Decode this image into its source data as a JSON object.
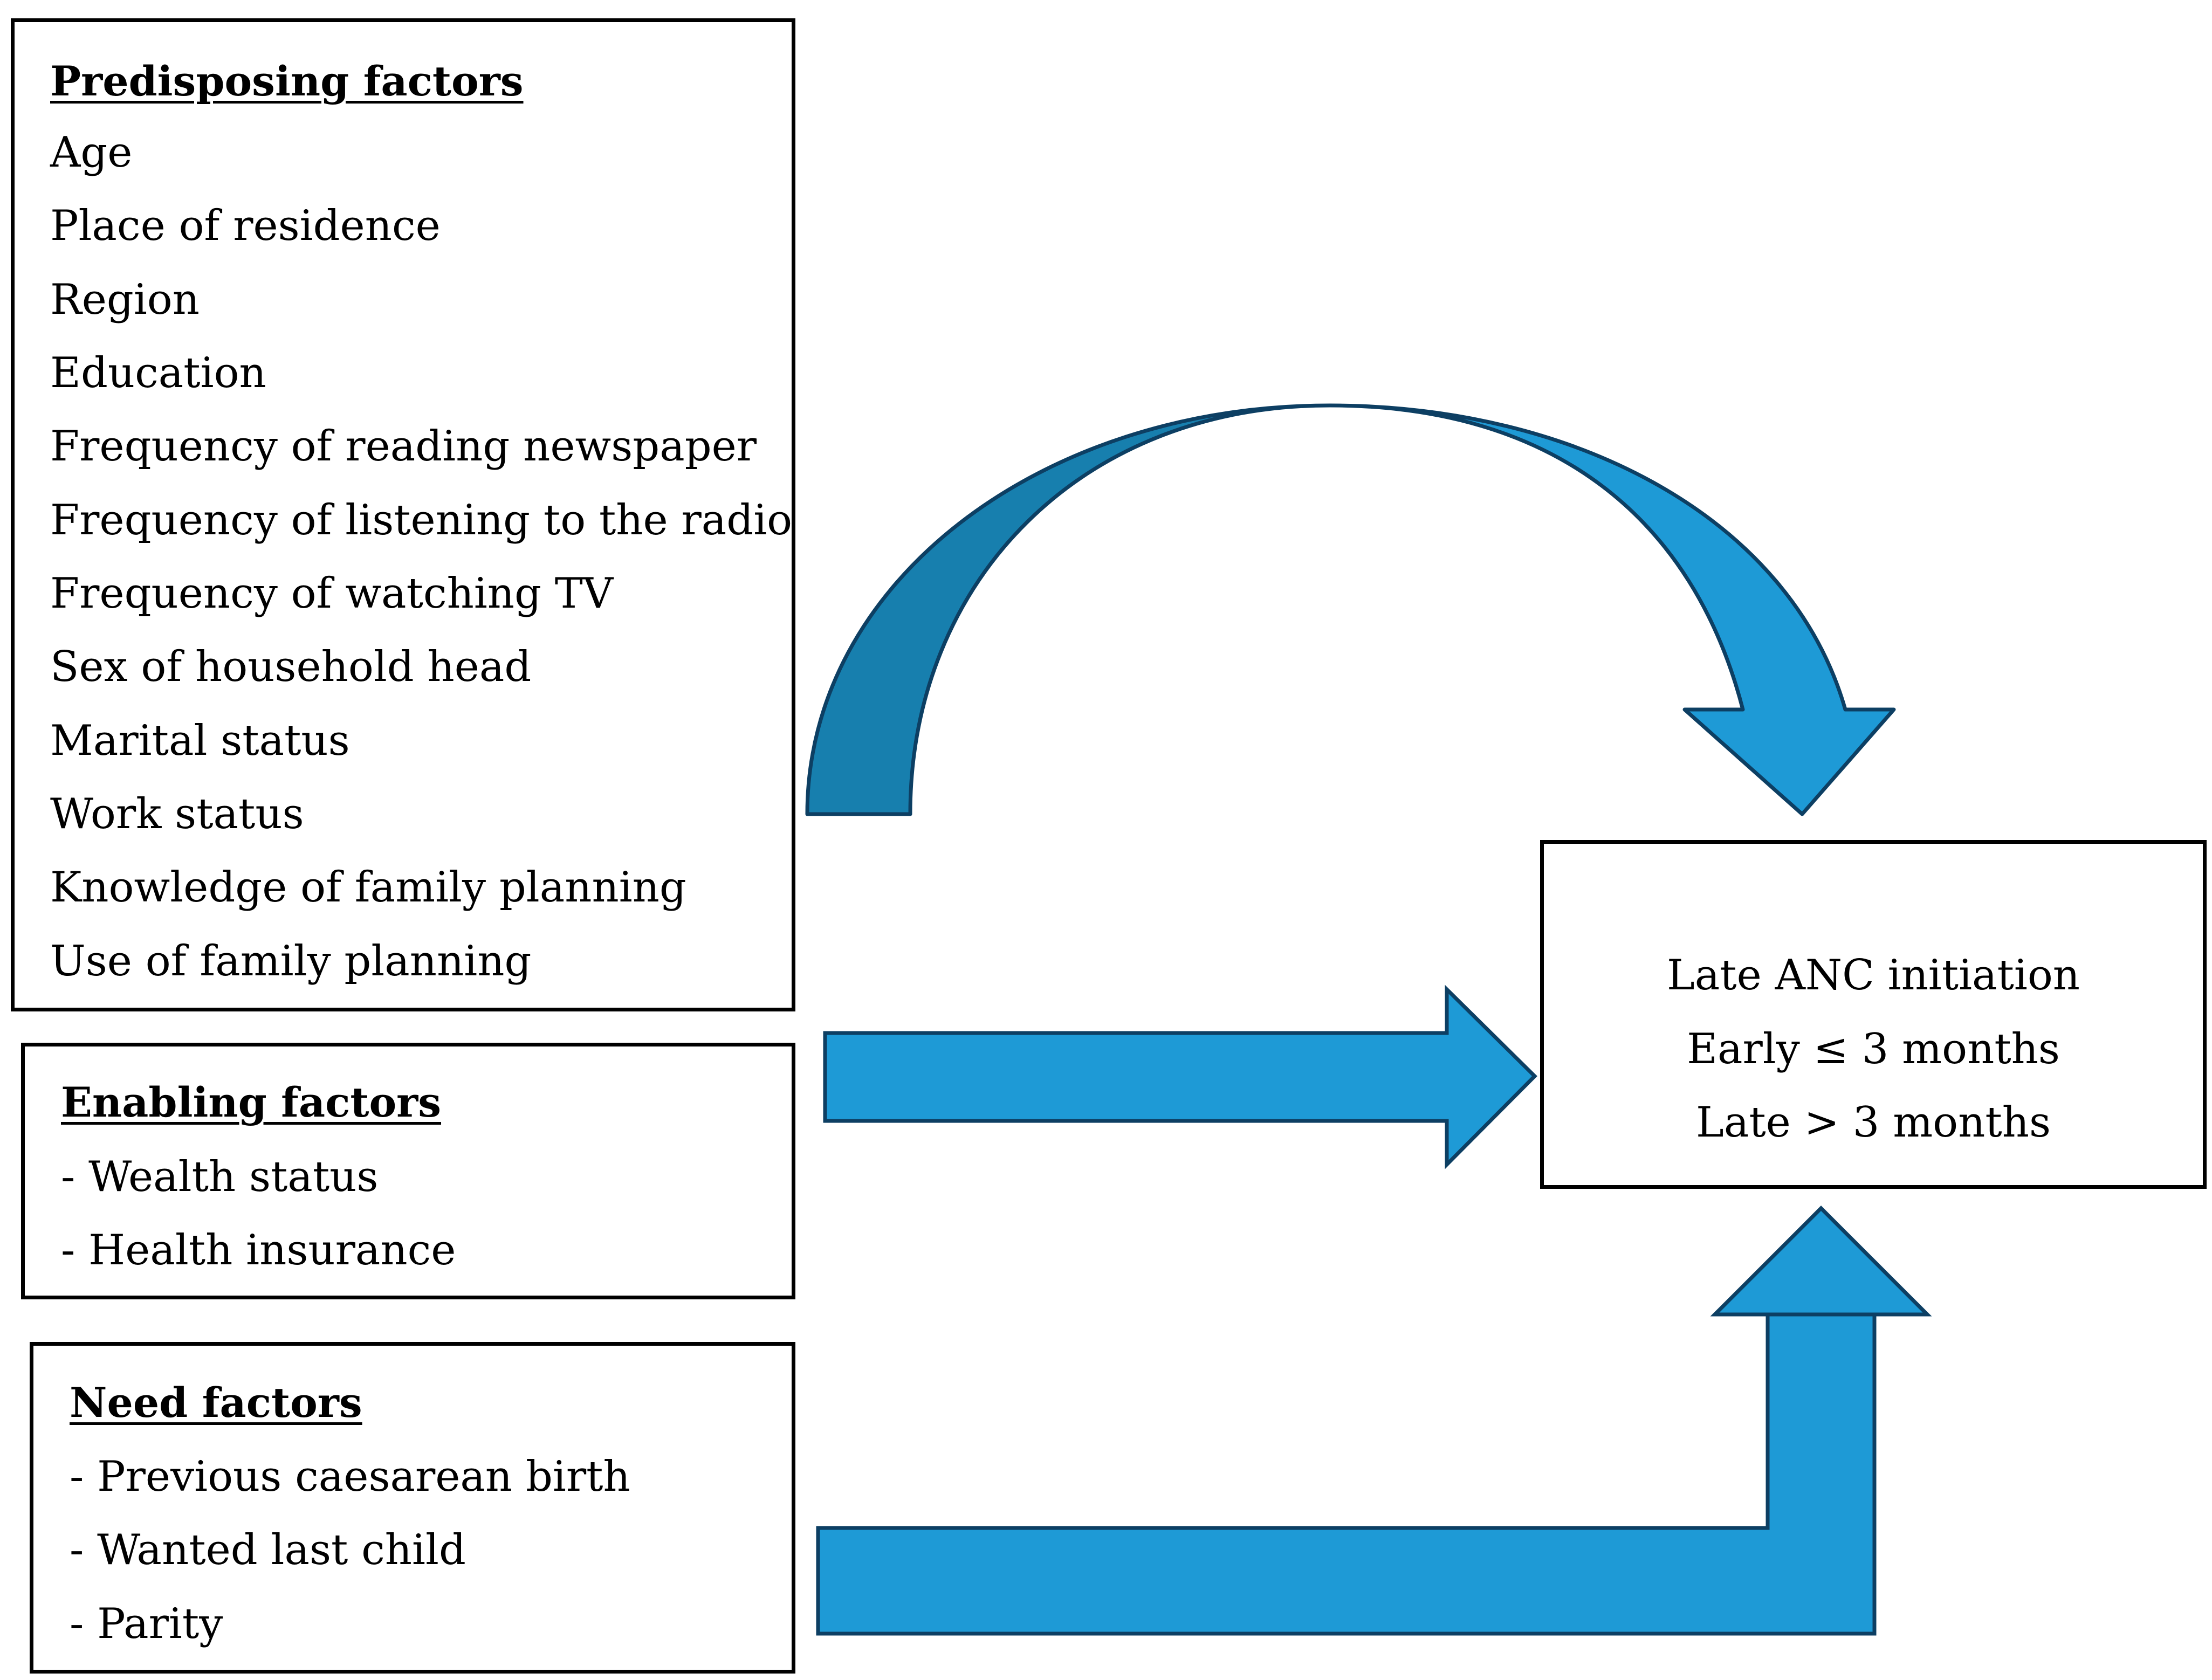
{
  "predisposing": {
    "title": "Predisposing factors",
    "items": [
      "Age",
      "Place of residence",
      "Region",
      "Education",
      "Frequency of reading newspaper",
      "Frequency of listening to the radio",
      "Frequency of watching TV",
      "Sex of household head",
      "Marital status",
      "Work status",
      "Knowledge of family planning",
      "Use of family planning"
    ]
  },
  "enabling": {
    "title": "Enabling factors",
    "items": [
      "- Wealth status",
      "- Health insurance"
    ]
  },
  "need": {
    "title": "Need factors",
    "items": [
      "- Previous caesarean birth",
      "- Wanted last child",
      "- Parity"
    ]
  },
  "outcome": {
    "lines": [
      "Late ANC initiation",
      "Early ≤ 3 months",
      "Late > 3 months"
    ]
  },
  "colors": {
    "arrow_fill": "#1e9ad6",
    "arrow_shadow": "#177fae",
    "arrow_outline": "#0d3f63",
    "box_border": "#000000"
  }
}
